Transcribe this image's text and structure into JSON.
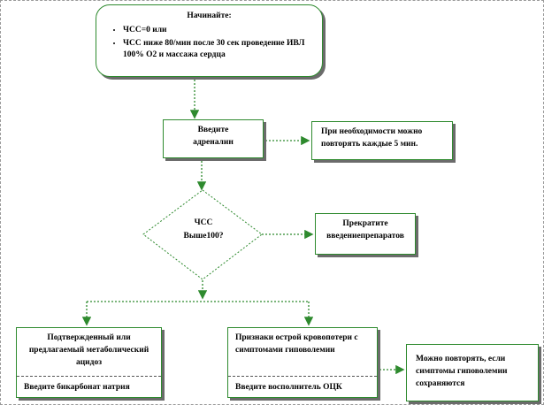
{
  "start": {
    "title": "Начинайте:",
    "bullets": [
      "ЧСС=0 или",
      "ЧСС ниже 80/мин после 30 сек проведение ИВЛ 100% О2 и массажа сердца"
    ]
  },
  "adrenaline": {
    "line1": "Введите",
    "line2": "адреналин"
  },
  "repeat": {
    "text": "При необходимости можно повторять каждые  5 мин."
  },
  "decision": {
    "line1": "ЧСС",
    "line2": "Выше100?"
  },
  "stop": {
    "line1": "Прекратите",
    "line2": "введениепрепаратов"
  },
  "confirmed": {
    "upper": "Подтвержденный  или предлагаемый метаболический ацидоз",
    "lower": "Введите  бикарбонат натрия"
  },
  "acute": {
    "upper": "Признаки  острой кровопотери с симптомами гиповолемии",
    "lower": "Введите  восполнитель ОЦК"
  },
  "maybe": {
    "lead": "Можно повторять,",
    "rest": " если симптомы  гиповолемии сохраняются"
  },
  "colors": {
    "border": "#2e8a2e",
    "arrow": "#2e8a2e",
    "shadow": "#6b6b6b"
  }
}
